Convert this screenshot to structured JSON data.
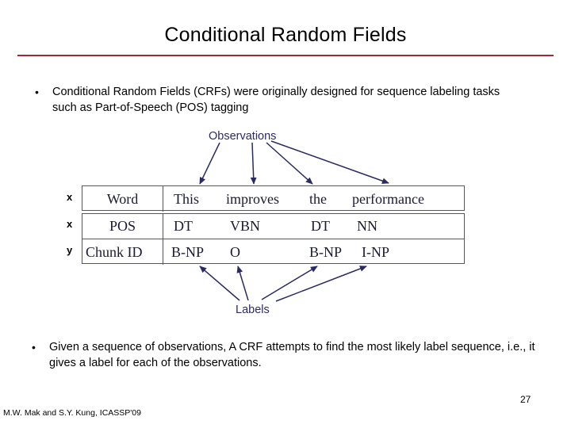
{
  "slide": {
    "title": "Conditional Random Fields",
    "rule_color": "#9e2a2b",
    "page_number": "27",
    "footer_credit": "M.W. Mak and S.Y. Kung, ICASSP'09"
  },
  "bullets": [
    {
      "marker": "•",
      "text": "Conditional Random Fields (CRFs) were originally designed for sequence labeling tasks such as Part-of-Speech (POS) tagging"
    },
    {
      "marker": "•",
      "text": "Given a sequence of observations, A CRF attempts to find the most likely label sequence, i.e., it gives a label for each of the observations."
    }
  ],
  "diagram": {
    "top_annotation": "Observations",
    "bottom_annotation": "Labels",
    "arrow_color": "#2b2b63",
    "row_variables": [
      "x",
      "x",
      "y"
    ],
    "rows": [
      {
        "header": "Word",
        "cells": [
          "This",
          "improves",
          "the",
          "performance"
        ]
      },
      {
        "header": "POS",
        "cells": [
          "DT",
          "VBN",
          "DT",
          "NN"
        ]
      },
      {
        "header": "Chunk ID",
        "cells": [
          "B-NP",
          "O",
          "B-NP",
          "I-NP"
        ]
      }
    ]
  }
}
